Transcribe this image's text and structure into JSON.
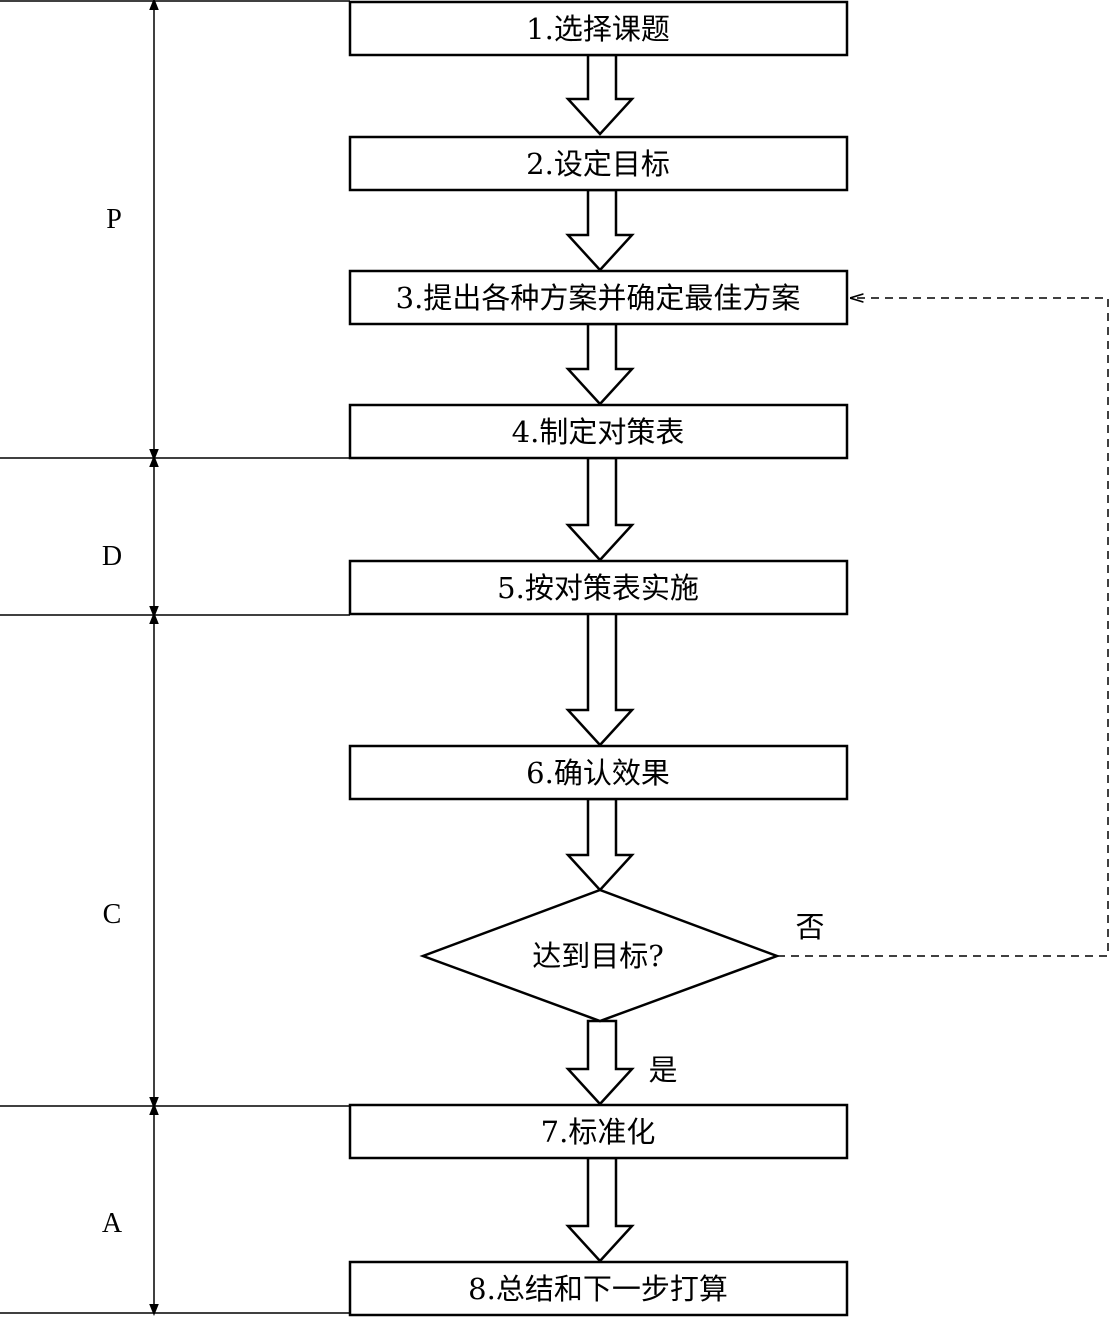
{
  "phases": {
    "p": "P",
    "d": "D",
    "c": "C",
    "a": "A"
  },
  "steps": {
    "s1": "1.选择课题",
    "s2": "2.设定目标",
    "s3": "3.提出各种方案并确定最佳方案",
    "s4": "4.制定对策表",
    "s5": "5.按对策表实施",
    "s6": "6.确认效果",
    "s7": "7.标准化",
    "s8": "8.总结和下一步打算"
  },
  "decision": {
    "label": "达到目标?",
    "yes": "是",
    "no": "否"
  },
  "colors": {
    "stroke": "#000000",
    "background": "#ffffff"
  }
}
